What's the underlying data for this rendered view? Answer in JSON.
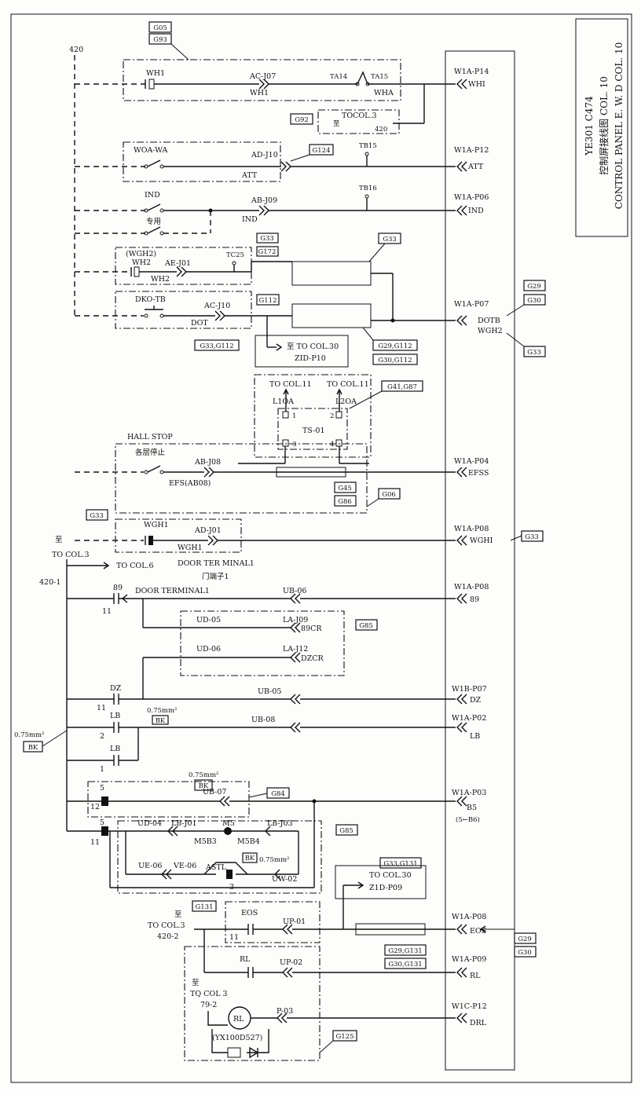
{
  "title": {
    "code": "YE301 C474",
    "cn": "控制屏接线图 COL. 10",
    "en": "CONTROL PANEL E. W. D COL. 10"
  },
  "labels": {
    "bus420": "420",
    "g05": "G05",
    "g93": "G93",
    "wh1": "WH1",
    "acj07": "AC-J07",
    "wh1b": "WH1",
    "ta14": "TA14",
    "ta15": "TA15",
    "wha": "WHA",
    "w1ap14": "W1A-P14",
    "wh1r": "WHI",
    "g92": "G92",
    "tocol3": "TOCOL.3",
    "zhi1": "至",
    "n420b": "420",
    "woawa": "WOA-WA",
    "adj10": "AD-J10",
    "g124": "G124",
    "att": "ATT",
    "tb15": "TB15",
    "w1ap12": "W1A-P12",
    "attr": "ATT",
    "ind": "IND",
    "zhuanyong": "专用",
    "abj09": "AB-J09",
    "indb": "IND",
    "tb16": "TB16",
    "w1ap06": "W1A-P06",
    "indr": "IND",
    "g33a": "G33",
    "g172": "G172",
    "wgh2p": "(WGH2)",
    "wh2": "WH2",
    "aej01": "AE-J01",
    "wh2b": "WH2",
    "tc25": "TC25",
    "g33b": "G33",
    "dkotb": "DKO-TB",
    "g112": "G112",
    "acj10": "AC-J10",
    "dot": "DOT",
    "w1ap07": "W1A-P07",
    "dotb": "DOTB",
    "wgh2": "WGH2",
    "g29a": "G29",
    "g30a": "G30",
    "g33c": "G33",
    "g33g112": "G33,G112",
    "tocol30a": "至 TO COL.30",
    "zidp10": "ZID-P10",
    "g29g112": "G29,G112",
    "g30g112": "G30,G112",
    "tocol11a": "TO COL.11",
    "tocol11b": "TO COL.11",
    "l1oa": "L1OA",
    "l2oa": "L2OA",
    "g41g87": "G41,G87",
    "ts01": "TS-01",
    "p1": "1",
    "p2": "2",
    "p3": "3",
    "p4": "4",
    "hallstop": "HALL STOP",
    "gecengtingzhi": "各层停止",
    "abj08": "AB-J08",
    "efsab08": "EFS(AB08)",
    "w1ap04": "W1A-P04",
    "efss": "EFSS",
    "g45": "G45",
    "g86": "G86",
    "g06": "G06",
    "g33d": "G33",
    "wgh1": "WGH1",
    "adj01": "AD-J01",
    "wgh1b": "WGH1",
    "w1ap08a": "W1A-P08",
    "wghi": "WGHI",
    "g33e": "G33",
    "zhi2": "至",
    "tocol3b": "TO COL.3",
    "tocol6": "TO COL.6",
    "doorterm": "DOOR TER MINAL1",
    "menduanzi": "门端子1",
    "n4201": "420-1",
    "n89": "89",
    "doorterminal1": "DOOR TERMINAL1",
    "n11a": "11",
    "ub06": "UB-06",
    "w1ap08b": "W1A-P08",
    "n89r": "89",
    "ud05": "UD-05",
    "laj09": "LA-J09",
    "cr89": "89CR",
    "g85a": "G85",
    "ud06": "UD-06",
    "laj12": "LA-J12",
    "dzcr": "DZCR",
    "dz": "DZ",
    "n11b": "11",
    "ub05": "UB-05",
    "w1bp07": "W1B-P07",
    "dzr": "DZ",
    "lb": "LB",
    "n2": "2",
    "mm075a": "0.75mm²",
    "bk1": "BK",
    "ub08": "UB-08",
    "w1ap02": "W1A-P02",
    "lbr": "LB",
    "mm075b": "0.75mm²",
    "bk2": "BK",
    "lb2": "LB",
    "n1": "1",
    "mm075c": "0.75mm²",
    "bk3": "BK",
    "n5a": "5",
    "n12": "12",
    "ub07": "UB-07",
    "g84": "G84",
    "w1ap03": "W1A-P03",
    "b5": "B5",
    "b5note": "(5←B6)",
    "n5b": "5",
    "n11c": "11",
    "ud04": "UD-04",
    "lbj01": "LB-J01",
    "m5": "M5",
    "lbj03": "LB-J03",
    "m5b3": "M5B3",
    "m5b4": "M5B4",
    "g85b": "G85",
    "ue06": "UE-06",
    "ve06": "VE-06",
    "astl": "ASTL",
    "bk4": "BK",
    "mm075d": "0.75mm²",
    "uw02": "UW-02",
    "n3": "3",
    "g33g131": "G33,G131",
    "tocol30b": "TO COL.30",
    "zidp09": "Z1D-P09",
    "zhi3": "至",
    "tocol3c": "TO COL.3",
    "n4202": "420-2",
    "g131": "G131",
    "eos": "EOS",
    "n11d": "11",
    "up01": "UP-01",
    "w1ap08c": "W1A-P08",
    "eosr": "EOS",
    "g29b": "G29",
    "g30b": "G30",
    "g29g131": "G29,G131",
    "g30g131": "G30,G131",
    "rl": "RL",
    "up02": "UP-02",
    "w1ap09": "W1A-P09",
    "rlr": "RL",
    "zhi4": "至",
    "tocol3d": "TQ COL 3",
    "n792": "79-2",
    "p03": "P-03",
    "w1cp12": "W1C-P12",
    "drl": "DRL",
    "rlcoil": "RL",
    "yx100": "(YX100D527)",
    "g125": "G125"
  }
}
